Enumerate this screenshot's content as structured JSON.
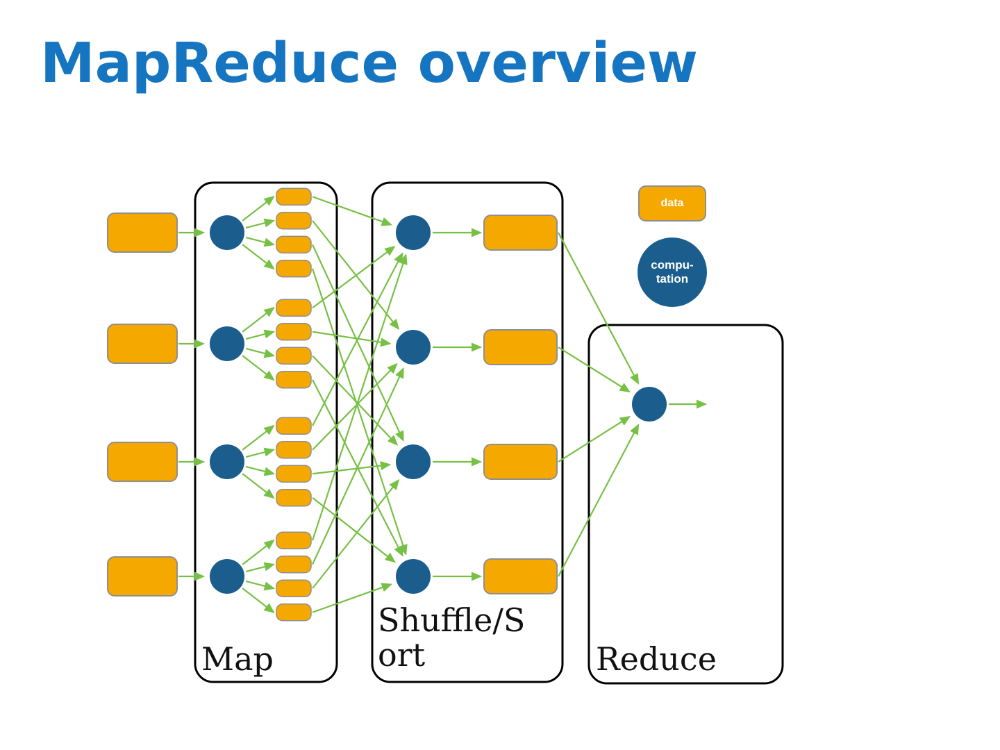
{
  "title": "MapReduce overview",
  "stages": {
    "map_label": "Map",
    "shuffle_label": "Shuffle/Sort",
    "reduce_label": "Reduce"
  },
  "legend": {
    "data_label": "data",
    "computation_line1": "compu-",
    "computation_line2": "tation"
  },
  "colors": {
    "title_blue": "#1575C0",
    "data_orange": "#F5A800",
    "data_orange_border": "#8F8F8F",
    "computation_blue": "#1B5E8E",
    "arrow_green": "#76C043",
    "box_border": "#000000",
    "box_fill": "#FFFFFF"
  },
  "diagram": {
    "type": "flow",
    "input_blocks": 4,
    "map_nodes": 4,
    "intermediate_blocks_per_map_node": 4,
    "shuffle_nodes": 4,
    "shuffle_output_blocks": 4,
    "reduce_nodes": 1
  }
}
